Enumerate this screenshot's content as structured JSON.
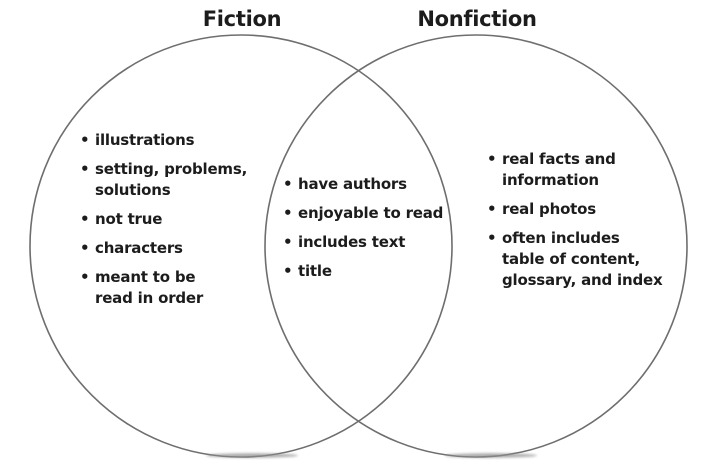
{
  "venn": {
    "left_title": "Fiction",
    "right_title": "Nonfiction",
    "left_items": [
      "illustrations",
      "setting, problems,\nsolutions",
      "not true",
      "characters",
      "meant to be\nread in order"
    ],
    "middle_items": [
      "have authors",
      "enjoyable to read",
      "includes text",
      "title"
    ],
    "right_items": [
      "real facts and\ninformation",
      "real photos",
      "often includes\ntable of content,\nglossary, and index"
    ],
    "colors": {
      "background": "#ffffff",
      "circle_stroke": "#6e6e6e",
      "text": "#1c1c1c"
    }
  }
}
